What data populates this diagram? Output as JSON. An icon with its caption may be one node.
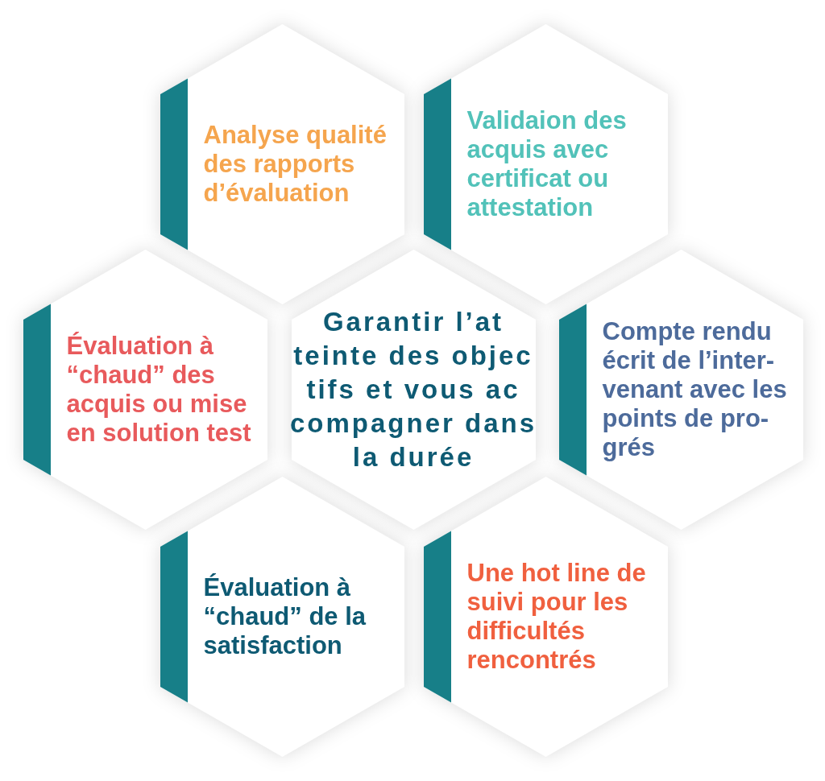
{
  "diagram": {
    "nodes": [
      {
        "text": [
          "Analyse qualité des rapports d’évaluation"
        ]
      },
      {
        "text": [
          "Validaion des acquis avec certificat ou attestation"
        ]
      },
      {
        "text": [
          "Évaluation à “chaud” des acquis ou mise en solution test"
        ]
      },
      {
        "text": [
          "Garantir l’at teinte des objec tifs et vous ac compagner dans la durée"
        ]
      },
      {
        "text": [
          "Compte rendu écrit de l’inter- venant avec les points de pro- grés"
        ]
      },
      {
        "text": [
          "Évaluation à “chaud” de la satisfaction"
        ]
      },
      {
        "text": [
          "Une hot line de suivi pour les difficultés rencontrés"
        ]
      }
    ]
  }
}
